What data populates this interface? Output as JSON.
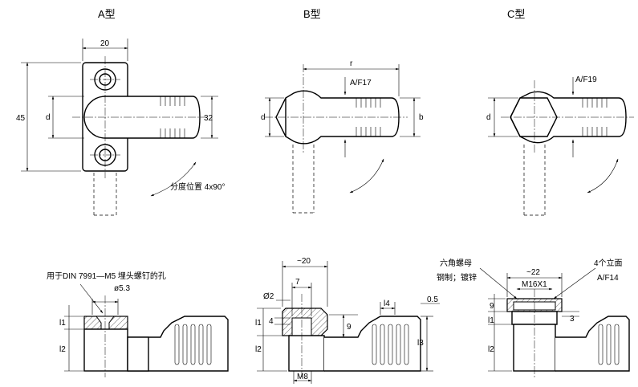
{
  "titles": {
    "a": "A型",
    "b": "B型",
    "c": "C型"
  },
  "dims": {
    "a_width": "20",
    "a_height": "45",
    "a_d": "d",
    "a_length": "32",
    "a_index": "分度位置 4x90°",
    "b_r": "r",
    "b_af": "A/F17",
    "b_d": "d",
    "b_b": "b",
    "c_af": "A/F19",
    "c_d": "d",
    "bolt_note": "用于DIN 7991—M5 埋头螺钉的孔",
    "bolt_dia": "ø5.3",
    "a_l1": "l1",
    "a_l2": "l2",
    "b_width": "~20",
    "b_d2": "Ø2",
    "b_7": "7",
    "b_4": "4",
    "b_l1": "l1",
    "b_l2": "l2",
    "b_l4": "l4",
    "b_05": "0.5",
    "b_9": "9",
    "b_l3": "l3",
    "b_m8": "M8",
    "c_nut_note1": "六角螺母",
    "c_nut_note2": "钢制；镀锌",
    "c_width": "~22",
    "c_thread": "M16X1",
    "c_faces1": "4个立面",
    "c_faces2": "A/F14",
    "c_9": "9",
    "c_3": "3",
    "c_l1": "l1",
    "c_l2": "l2"
  }
}
